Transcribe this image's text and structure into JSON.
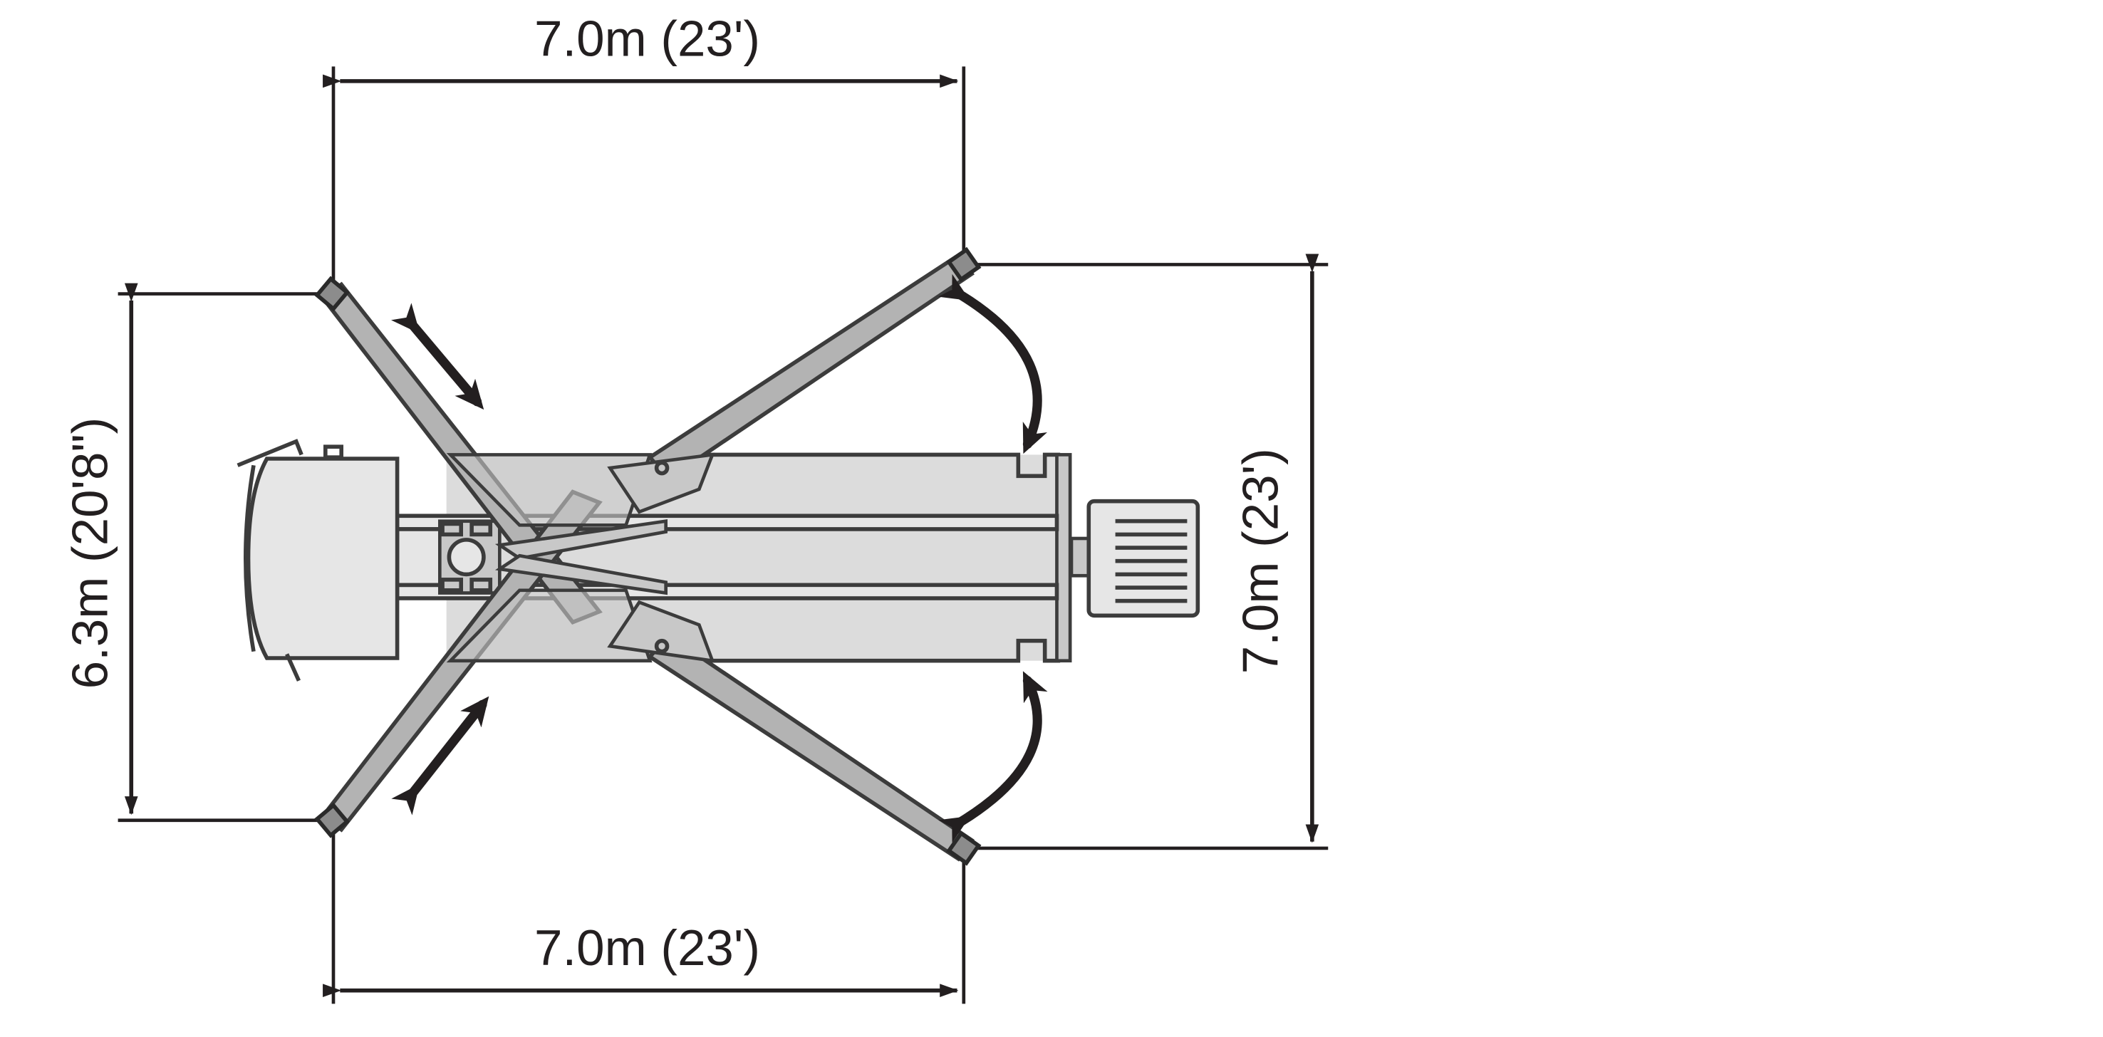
{
  "dimensions": {
    "top_width": "7.0m (23')",
    "bottom_width": "7.0m (23')",
    "left_height": "6.3m (20'8\")",
    "right_height": "7.0m (23')"
  },
  "colors": {
    "line": "#231f20",
    "leg_fill": "#b3b3b3",
    "body_fill": "#e6e6e6"
  },
  "icons": [
    "double-headed-arrow-icon",
    "curved-double-arrow-icon"
  ]
}
